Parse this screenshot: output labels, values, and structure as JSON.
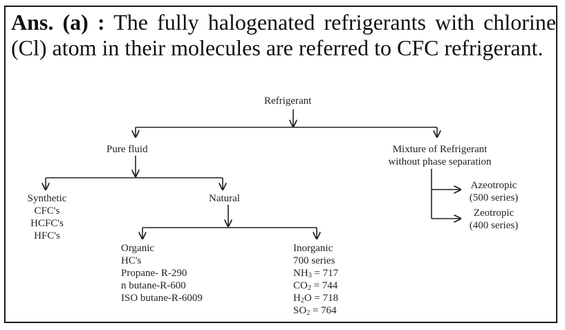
{
  "answer": {
    "lead": "Ans. (a) :",
    "text": "The fully halogenated refrigerants with chlorine (Cl) atom in their molecules are referred to CFC refrigerant."
  },
  "diagram": {
    "root": "Refrigerant",
    "pure_fluid": "Pure fluid",
    "mixture": {
      "line1": "Mixture of Refrigerant",
      "line2": "without phase separation",
      "azeotropic": {
        "name": "Azeotropic",
        "series": "(500 series)"
      },
      "zeotropic": {
        "name": "Zeotropic",
        "series": "(400 series)"
      }
    },
    "synthetic": {
      "title": "Synthetic",
      "items": [
        "CFC's",
        "HCFC's",
        "HFC's"
      ]
    },
    "natural": "Natural",
    "organic": {
      "title": "Organic",
      "items": [
        "HC's",
        "Propane- R-290",
        "n butane-R-600",
        "ISO butane-R-6009"
      ]
    },
    "inorganic": {
      "title": "Inorganic",
      "series": "700 series",
      "nh3": {
        "base": "NH",
        "sub": "3",
        "rest": " = 717"
      },
      "co2": {
        "base": "CO",
        "sub": "2",
        "rest": " = 744"
      },
      "h2o": {
        "base": "H",
        "sub": "2",
        "rest": "O = 718"
      },
      "so2": {
        "base": "SO",
        "sub": "2",
        "rest": " = 764"
      }
    }
  }
}
